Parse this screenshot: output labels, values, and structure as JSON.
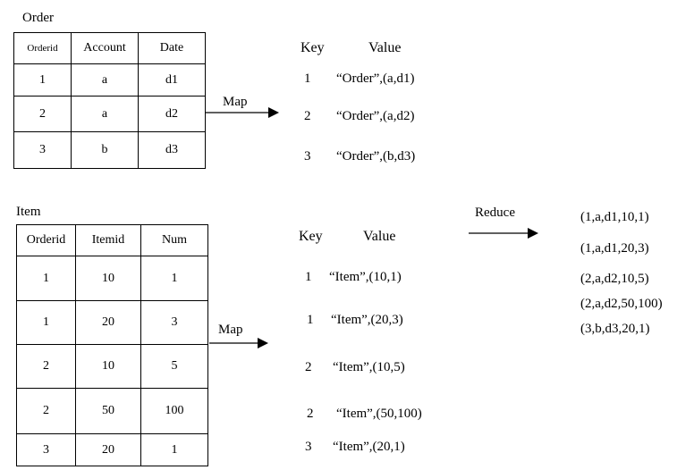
{
  "order": {
    "title": "Order",
    "headers": [
      "Orderid",
      "Account",
      "Date"
    ],
    "rows": [
      [
        "1",
        "a",
        "d1"
      ],
      [
        "2",
        "a",
        "d2"
      ],
      [
        "3",
        "b",
        "d3"
      ]
    ]
  },
  "item": {
    "title": "Item",
    "headers": [
      "Orderid",
      "Itemid",
      "Num"
    ],
    "rows": [
      [
        "1",
        "10",
        "1"
      ],
      [
        "1",
        "20",
        "3"
      ],
      [
        "2",
        "10",
        "5"
      ],
      [
        "2",
        "50",
        "100"
      ],
      [
        "3",
        "20",
        "1"
      ]
    ]
  },
  "map_label": "Map",
  "reduce_label": "Reduce",
  "key_header": "Key",
  "value_header": "Value",
  "order_map_output": [
    {
      "key": "1",
      "value": "“Order”,(a,d1)"
    },
    {
      "key": "2",
      "value": "“Order”,(a,d2)"
    },
    {
      "key": "3",
      "value": "“Order”,(b,d3)"
    }
  ],
  "item_map_output": [
    {
      "key": "1",
      "value": "“Item”,(10,1)"
    },
    {
      "key": "1",
      "value": "“Item”,(20,3)"
    },
    {
      "key": "2",
      "value": "“Item”,(10,5)"
    },
    {
      "key": "2",
      "value": "“Item”,(50,100)"
    },
    {
      "key": "3",
      "value": "“Item”,(20,1)"
    }
  ],
  "reduce_output": [
    "(1,a,d1,10,1)",
    "(1,a,d1,20,3)",
    "(2,a,d2,10,5)",
    "(2,a,d2,50,100)",
    "(3,b,d3,20,1)"
  ]
}
